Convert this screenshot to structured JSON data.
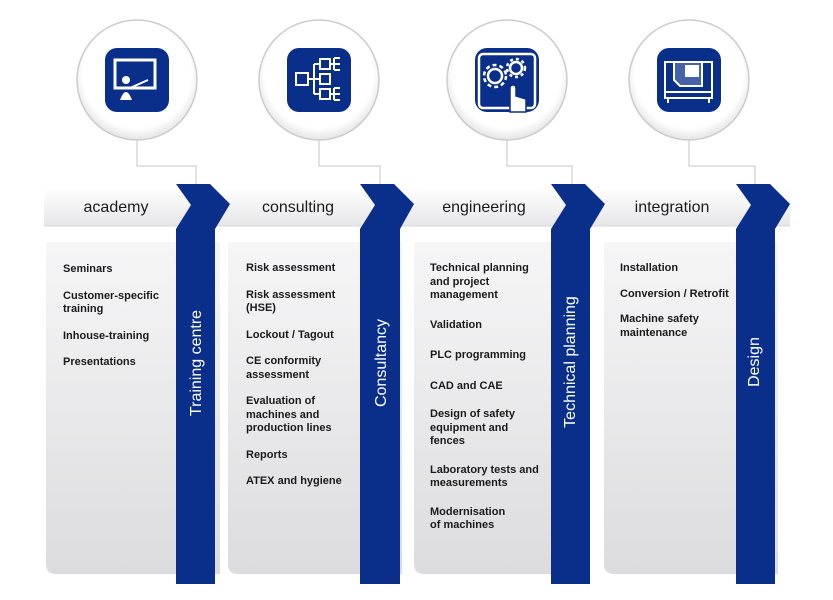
{
  "columns": [
    {
      "title": "academy",
      "band": "Training centre",
      "icon": "classroom-teacher-icon",
      "items": [
        "Seminars",
        "Customer-specific\ntraining",
        "Inhouse-training",
        "Presentations"
      ]
    },
    {
      "title": "consulting",
      "band": "Consultancy",
      "icon": "tree-diagram-icon",
      "items": [
        "Risk assessment",
        "Risk assessment\n(HSE)",
        "Lockout / Tagout",
        "CE conformity\nassessment",
        "Evaluation of\nmachines and\nproduction lines",
        "Reports",
        "ATEX and hygiene"
      ]
    },
    {
      "title": "engineering",
      "band": "Technical planning",
      "icon": "gears-touch-icon",
      "items": [
        "Technical planning\nand project\nmanagement",
        "Validation",
        "PLC programming",
        "CAD and CAE",
        "Design of safety\nequipment and\nfences",
        "Laboratory tests and\nmeasurements",
        "Modernisation\nof machines"
      ]
    },
    {
      "title": "integration",
      "band": "Design",
      "icon": "machine-icon",
      "items": [
        "Installation",
        "Conversion / Retrofit",
        "Machine safety\nmaintenance"
      ]
    }
  ],
  "colors": {
    "accent": "#0a2f8a",
    "band_dark": "#08256e",
    "icon_ring": "#cccccc",
    "card_top": "#f6f6f7",
    "card_bottom": "#dcdcde"
  }
}
